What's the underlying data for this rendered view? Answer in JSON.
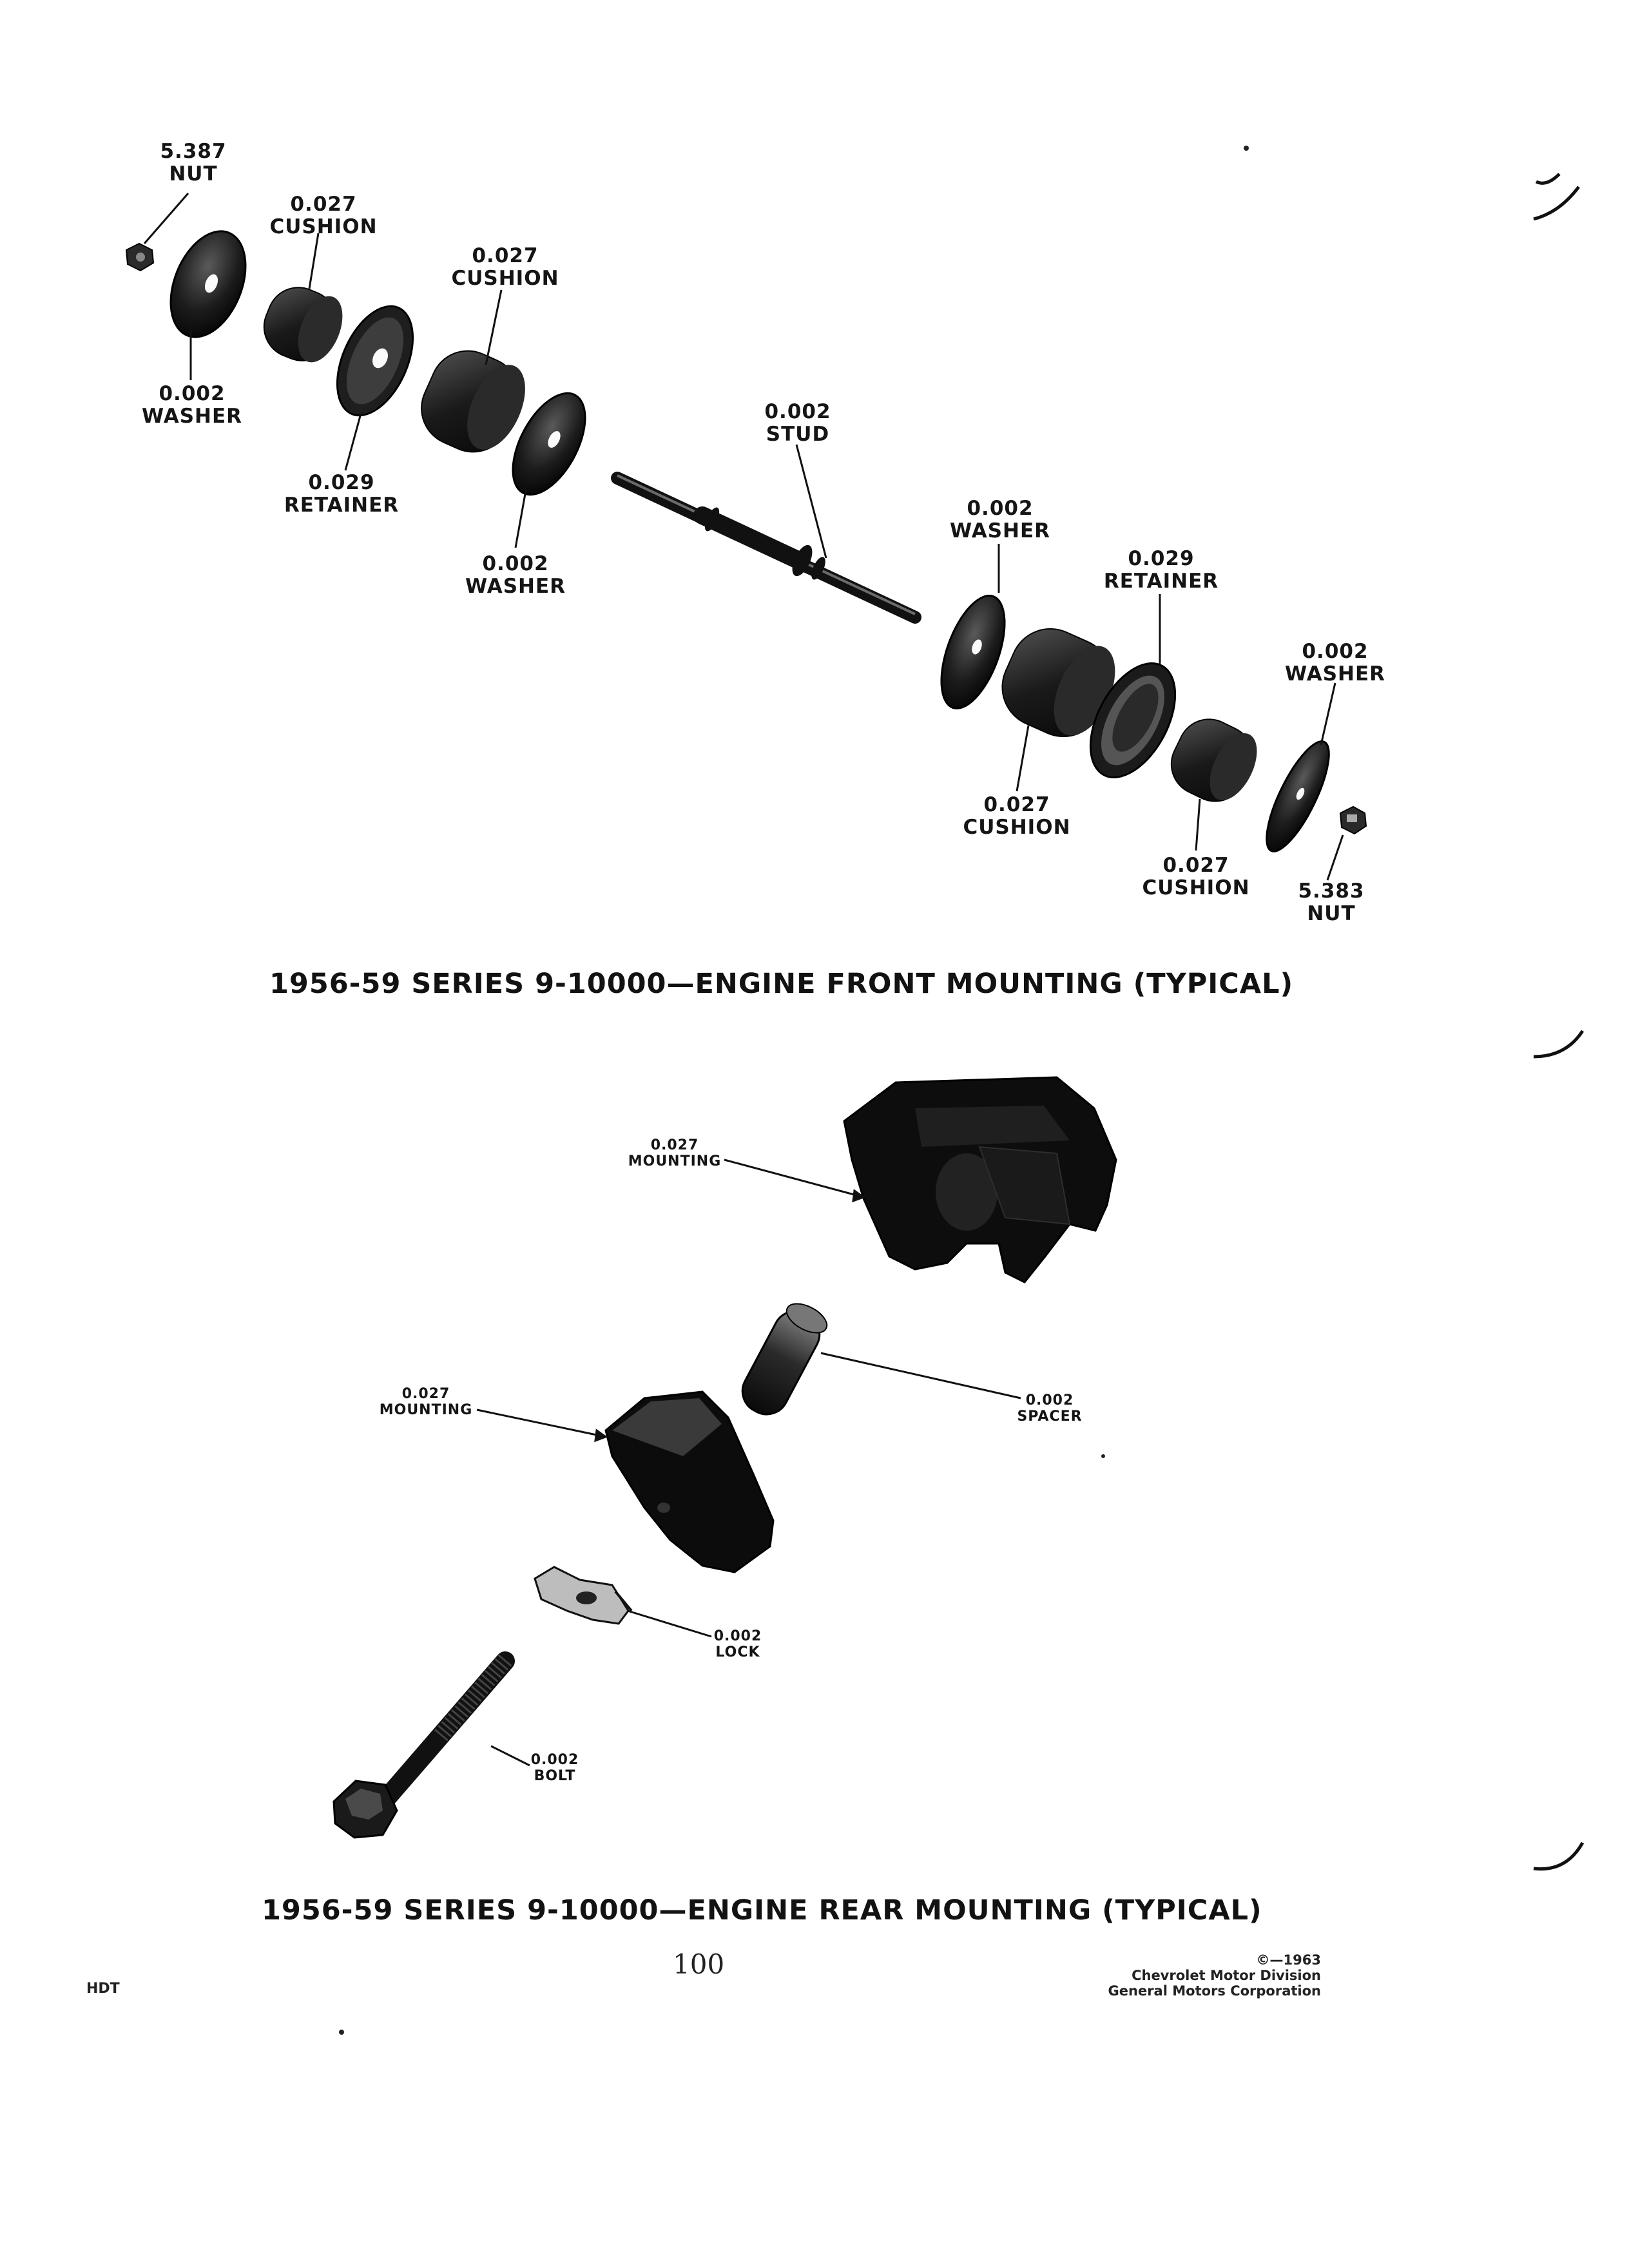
{
  "front": {
    "caption": "1956-59 SERIES 9-10000—ENGINE FRONT MOUNTING (TYPICAL)",
    "labels": [
      {
        "num": "5.387",
        "name": "NUT"
      },
      {
        "num": "0.027",
        "name": "CUSHION"
      },
      {
        "num": "0.027",
        "name": "CUSHION"
      },
      {
        "num": "0.002",
        "name": "WASHER"
      },
      {
        "num": "0.029",
        "name": "RETAINER"
      },
      {
        "num": "0.002",
        "name": "WASHER"
      },
      {
        "num": "0.002",
        "name": "STUD"
      },
      {
        "num": "0.002",
        "name": "WASHER"
      },
      {
        "num": "0.029",
        "name": "RETAINER"
      },
      {
        "num": "0.002",
        "name": "WASHER"
      },
      {
        "num": "0.027",
        "name": "CUSHION"
      },
      {
        "num": "0.027",
        "name": "CUSHION"
      },
      {
        "num": "5.383",
        "name": "NUT"
      }
    ]
  },
  "rear": {
    "caption": "1956-59 SERIES 9-10000—ENGINE REAR MOUNTING (TYPICAL)",
    "labels": [
      {
        "num": "0.027",
        "name": "MOUNTING"
      },
      {
        "num": "0.027",
        "name": "MOUNTING"
      },
      {
        "num": "0.002",
        "name": "SPACER"
      },
      {
        "num": "0.002",
        "name": "LOCK"
      },
      {
        "num": "0.002",
        "name": "BOLT"
      }
    ]
  },
  "footer": {
    "page_number": "100",
    "code": "HDT",
    "copyright": "©—1963",
    "division": "Chevrolet Motor Division",
    "corporation": "General Motors Corporation"
  }
}
